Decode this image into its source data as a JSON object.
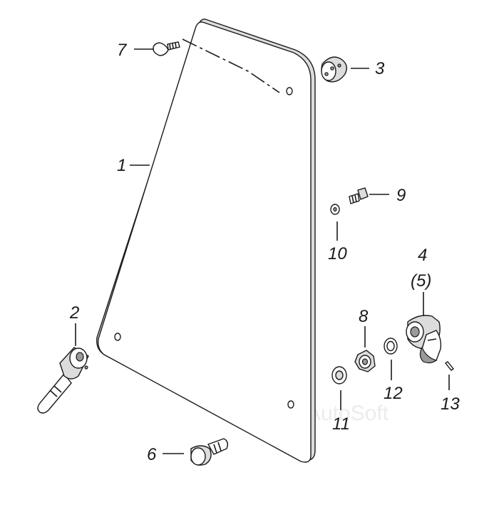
{
  "diagram": {
    "labels": {
      "p1": "1",
      "p2": "2",
      "p3": "3",
      "p4": "4",
      "p5": "(5)",
      "p6": "6",
      "p7": "7",
      "p8": "8",
      "p9": "9",
      "p10": "10",
      "p11": "11",
      "p12": "12",
      "p13": "13"
    },
    "watermark": "AutoSoft"
  }
}
